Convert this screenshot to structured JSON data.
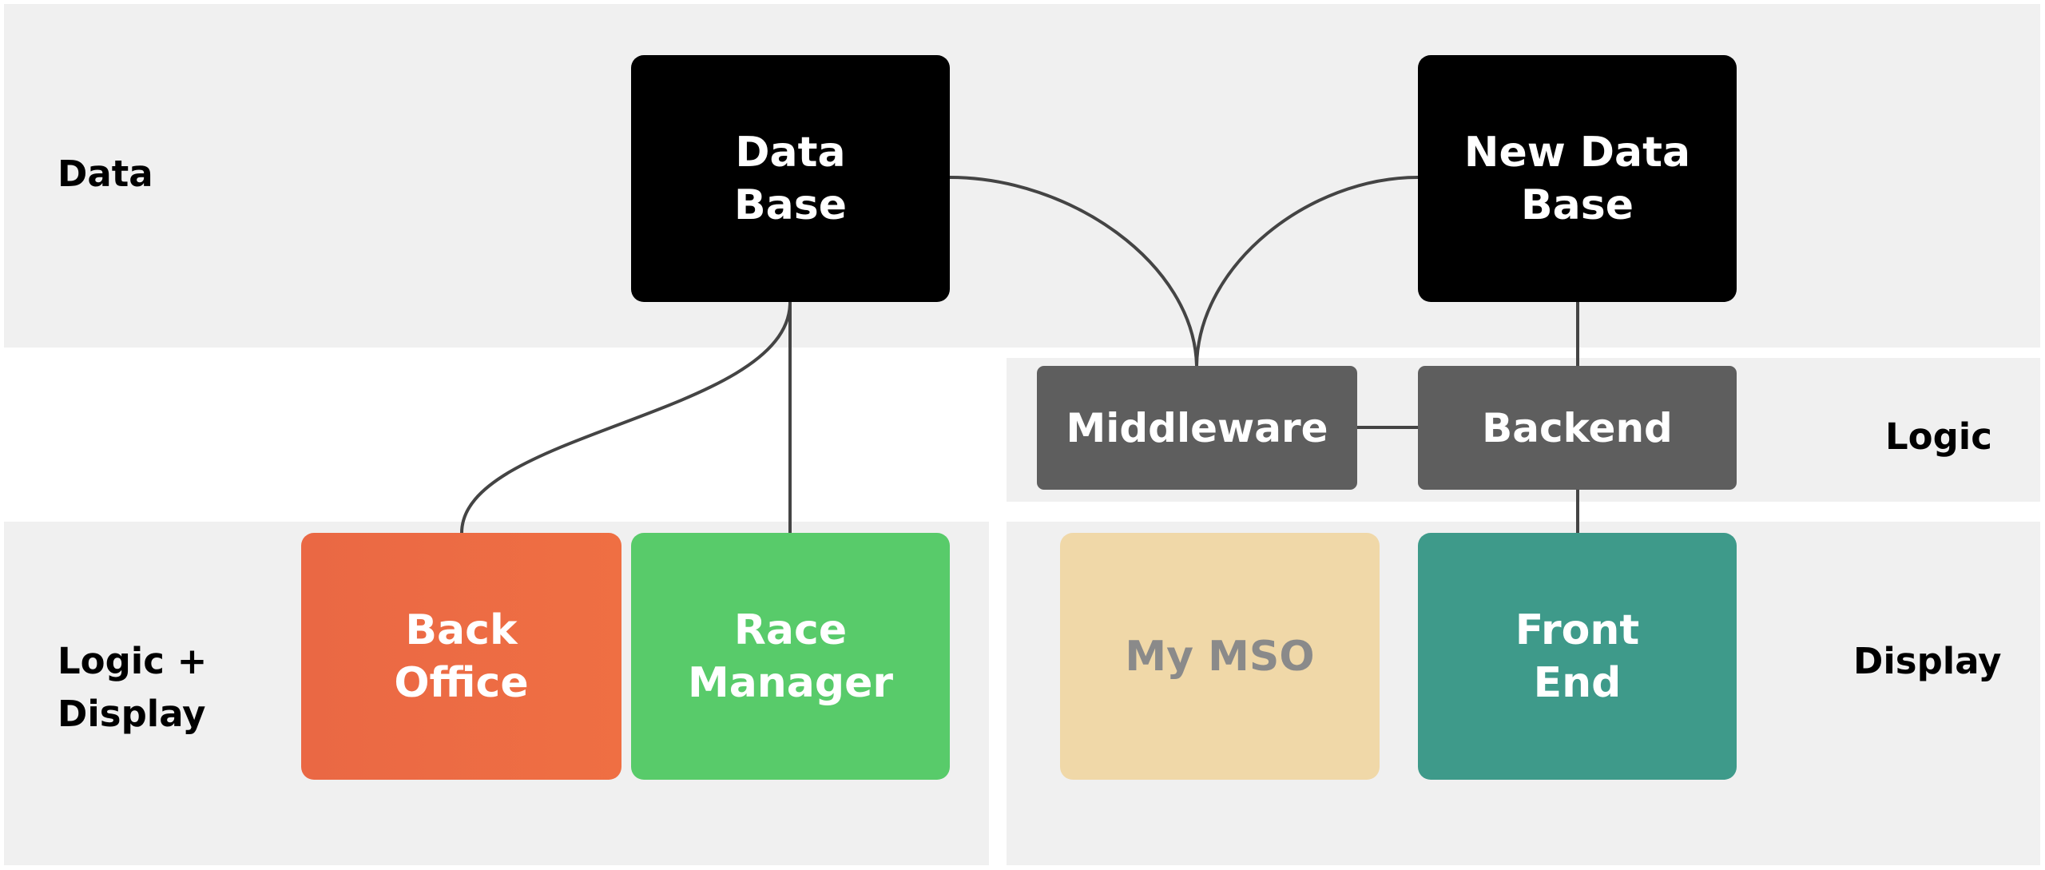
{
  "lanes": {
    "data": "Data",
    "logic": "Logic",
    "logic_display": "Logic +\nDisplay",
    "display": "Display"
  },
  "nodes": {
    "database": {
      "label": "Data\nBase",
      "color": "#000000"
    },
    "new_database": {
      "label": "New Data\nBase",
      "color": "#000000"
    },
    "middleware": {
      "label": "Middleware",
      "color": "#5e5e5e"
    },
    "backend": {
      "label": "Backend",
      "color": "#5e5e5e"
    },
    "back_office": {
      "label": "Back\nOffice",
      "color": "#ec6b43"
    },
    "race_manager": {
      "label": "Race\nManager",
      "color": "#58cb6a"
    },
    "my_mso": {
      "label": "My MSO",
      "color": "#f0d8a8"
    },
    "front_end": {
      "label": "Front\nEnd",
      "color": "#3e9a8a"
    }
  },
  "connections": [
    {
      "from": "database",
      "to": "middleware"
    },
    {
      "from": "new_database",
      "to": "middleware"
    },
    {
      "from": "database",
      "to": "back_office"
    },
    {
      "from": "database",
      "to": "race_manager"
    },
    {
      "from": "new_database",
      "to": "backend"
    },
    {
      "from": "middleware",
      "to": "backend"
    },
    {
      "from": "backend",
      "to": "front_end"
    }
  ]
}
